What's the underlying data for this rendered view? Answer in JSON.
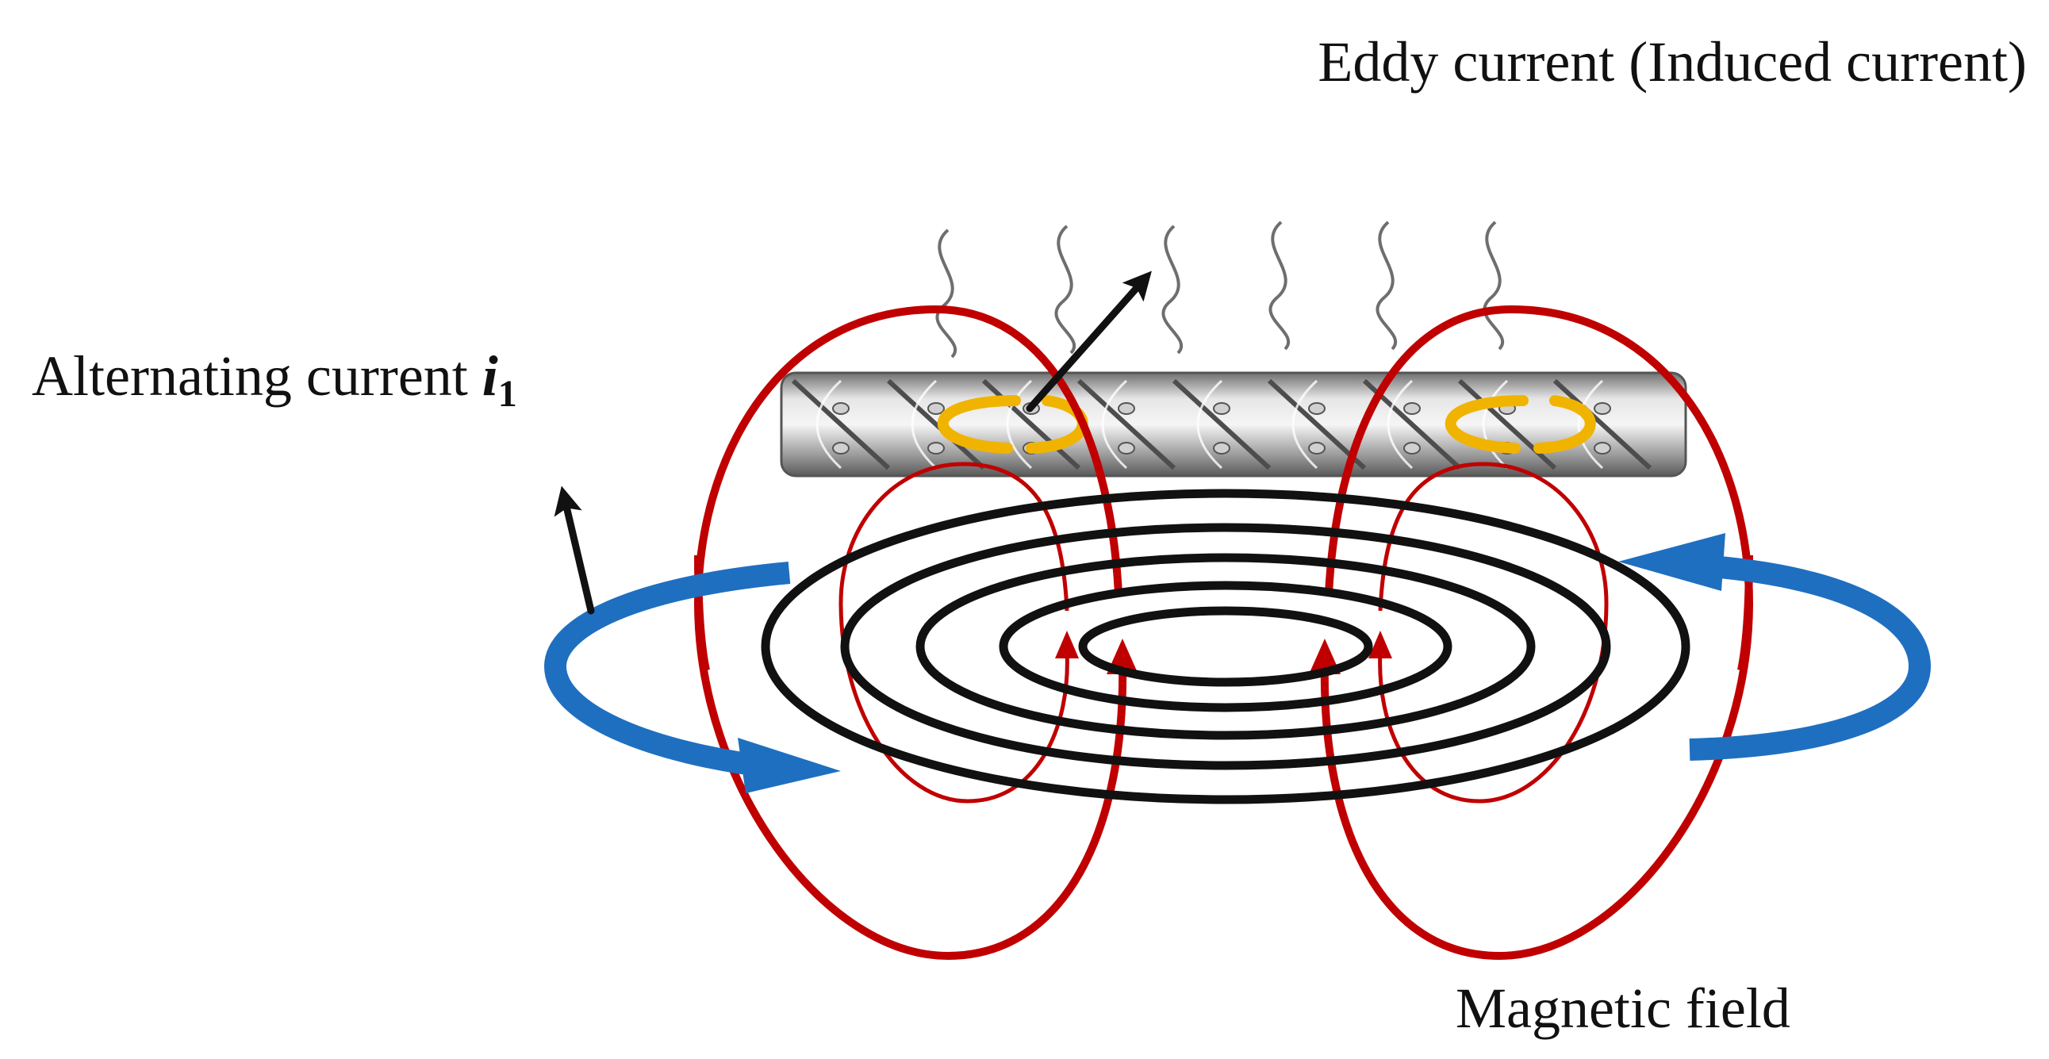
{
  "labels": {
    "eddy": "Eddy current (Induced current)",
    "alternating": "Alternating current",
    "current_symbol": "i",
    "current_subscript": "1",
    "magnetic": "Magnetic field"
  },
  "colors": {
    "coil": "#111111",
    "field": "#c00000",
    "current_arrow": "#1f6fc0",
    "eddy_loop": "#f0b400",
    "rebar": "#a9a9a9",
    "heat_wave": "#6e6e6e",
    "pointer": "#111111"
  }
}
